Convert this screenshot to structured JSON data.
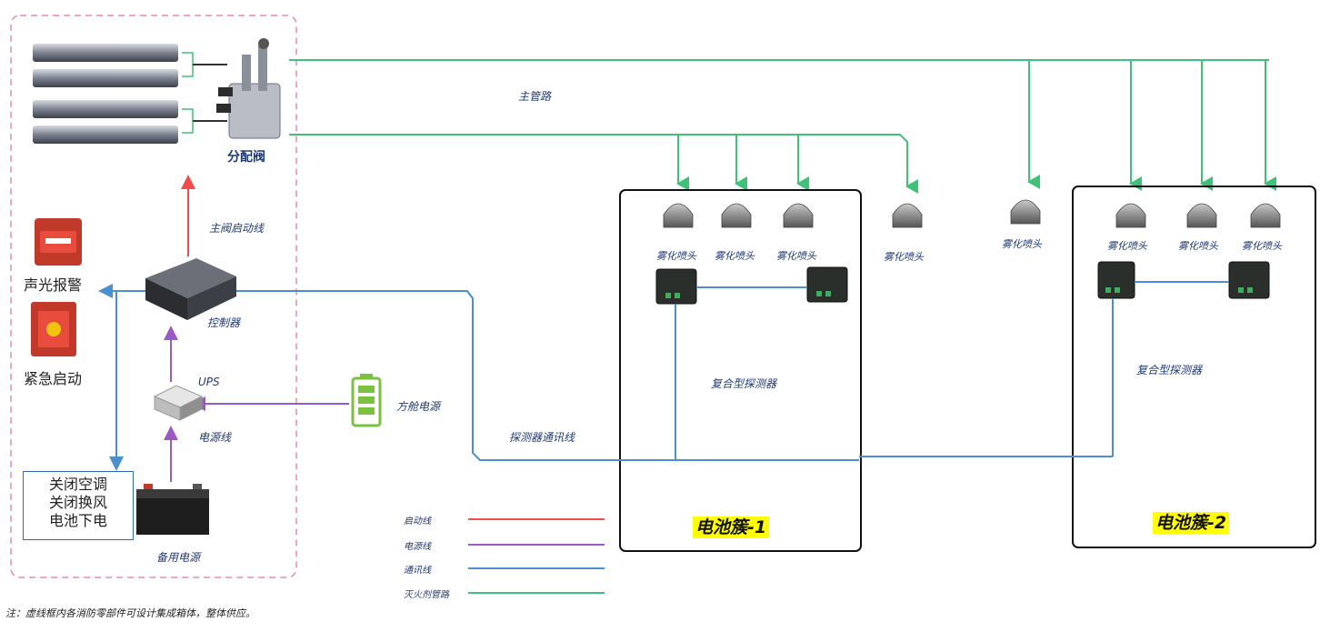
{
  "labels": {
    "main_pipe": "主管路",
    "distribution_valve": "分配阀",
    "main_valve_start_line": "主阀启动线",
    "controller": "控制器",
    "ups": "UPS",
    "power_line": "电源线",
    "backup_power": "备用电源",
    "cabin_power": "方舱电源",
    "detector_comm_line": "探测器通讯线",
    "audible_visual_alarm": "声光报警",
    "emergency_start": "紧急启动",
    "composite_detector": "复合型探测器",
    "atomizing_nozzle": "雾化喷头"
  },
  "action_box": {
    "lines": [
      "关闭空调",
      "关闭换风",
      "电池下电"
    ]
  },
  "clusters": [
    {
      "name": "电池簇-1"
    },
    {
      "name": "电池簇-2"
    }
  ],
  "legend": [
    {
      "label": "启动线",
      "color": "#f04c4c"
    },
    {
      "label": "电源线",
      "color": "#9b59c6"
    },
    {
      "label": "通讯线",
      "color": "#4a8fd0"
    },
    {
      "label": "灭火剂管路",
      "color": "#3fc277"
    }
  ],
  "note": "注：虚线框内各消防零部件可设计集成箱体，整体供应。",
  "colors": {
    "start_line": "#f04c4c",
    "power_line": "#9b59c6",
    "comm_line": "#4a8fd0",
    "pipe": "#3fc277",
    "dashed_frame": "#e88aa6"
  }
}
